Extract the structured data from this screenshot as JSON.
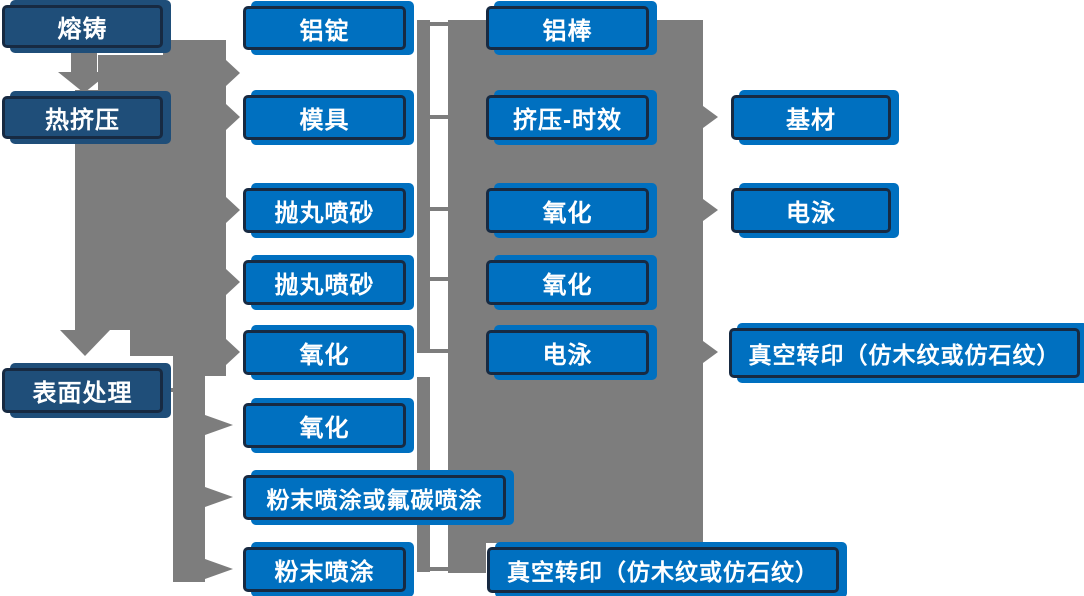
{
  "colors": {
    "box_blue": "#0070C0",
    "box_dark_blue": "#1F4E79",
    "box_border": "#172A42",
    "connector_gray": "#7D7D7D",
    "text": "#FFFFFF",
    "background": "#FFFFFF"
  },
  "columns": [
    {
      "name": "stages",
      "items": [
        {
          "label": "熔铸"
        },
        {
          "label": "热挤压"
        },
        {
          "label": "表面处理"
        }
      ]
    },
    {
      "name": "process-a",
      "items": [
        {
          "label": "铝锭"
        },
        {
          "label": "模具"
        },
        {
          "label": "抛丸喷砂"
        },
        {
          "label": "抛丸喷砂"
        },
        {
          "label": "氧化"
        },
        {
          "label": "氧化"
        },
        {
          "label": "粉末喷涂或氟碳喷涂"
        },
        {
          "label": "粉末喷涂"
        }
      ]
    },
    {
      "name": "process-b",
      "items": [
        {
          "label": "铝棒"
        },
        {
          "label": "挤压-时效"
        },
        {
          "label": "氧化"
        },
        {
          "label": "氧化"
        },
        {
          "label": "电泳"
        },
        {
          "label": "真空转印（仿木纹或仿石纹）"
        }
      ]
    },
    {
      "name": "outputs",
      "items": [
        {
          "label": "基材"
        },
        {
          "label": "电泳"
        },
        {
          "label": "真空转印（仿木纹或仿石纹）"
        }
      ]
    }
  ]
}
